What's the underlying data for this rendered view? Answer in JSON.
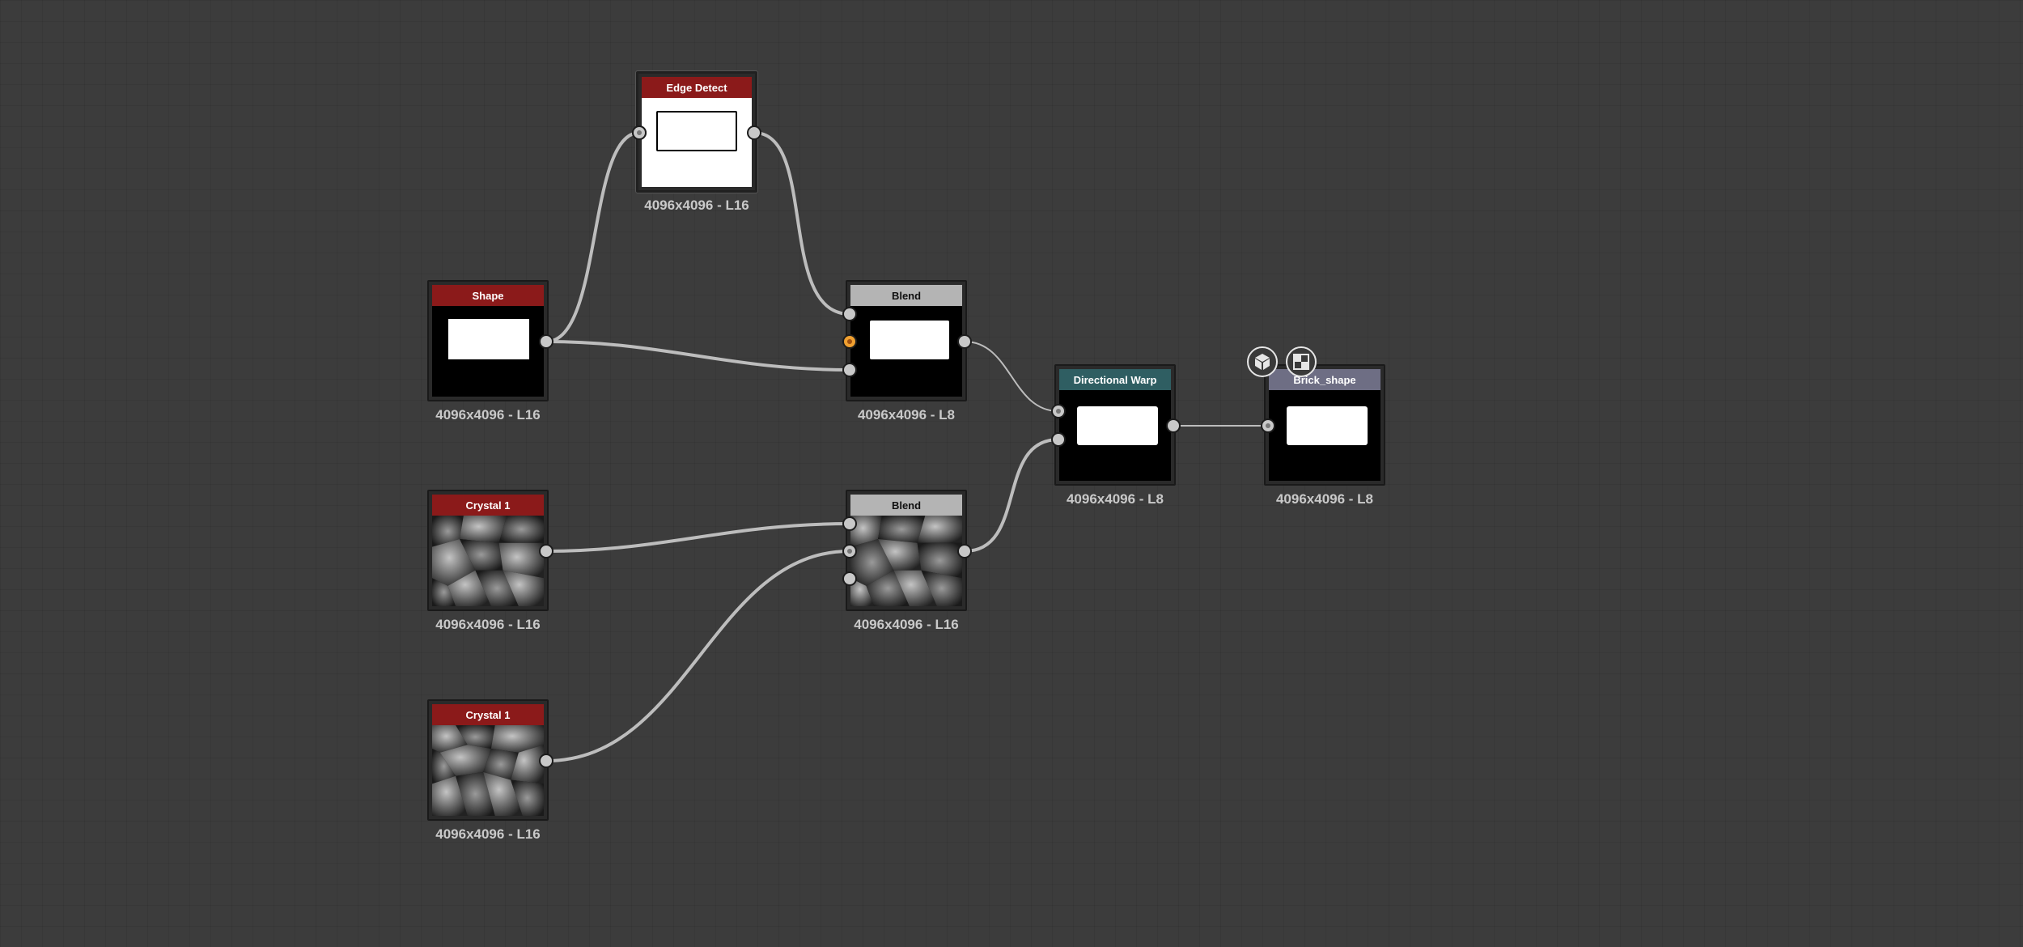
{
  "colors": {
    "canvas_bg": "#3c3c3c",
    "header_red": "#8b1a1a",
    "header_gray": "#b4b4b4",
    "header_teal": "#2f5e62",
    "header_purple": "#6e6e84",
    "wire": "#bdbdbd",
    "port_accent": "#f0a030"
  },
  "nodes": {
    "edge_detect": {
      "title": "Edge Detect",
      "resolution": "4096x4096 - L16"
    },
    "shape": {
      "title": "Shape",
      "resolution": "4096x4096 - L16"
    },
    "blend_top": {
      "title": "Blend",
      "resolution": "4096x4096 - L8"
    },
    "crystal_top": {
      "title": "Crystal 1",
      "resolution": "4096x4096 - L16"
    },
    "blend_bottom": {
      "title": "Blend",
      "resolution": "4096x4096 - L16"
    },
    "crystal_bottom": {
      "title": "Crystal 1",
      "resolution": "4096x4096 - L16"
    },
    "directional_warp": {
      "title": "Directional Warp",
      "resolution": "4096x4096 - L8"
    },
    "brick_shape": {
      "title": "Brick_shape",
      "resolution": "4096x4096 - L8"
    }
  },
  "output_buttons": {
    "icons": [
      "3d-view-icon",
      "2d-view-icon"
    ]
  }
}
